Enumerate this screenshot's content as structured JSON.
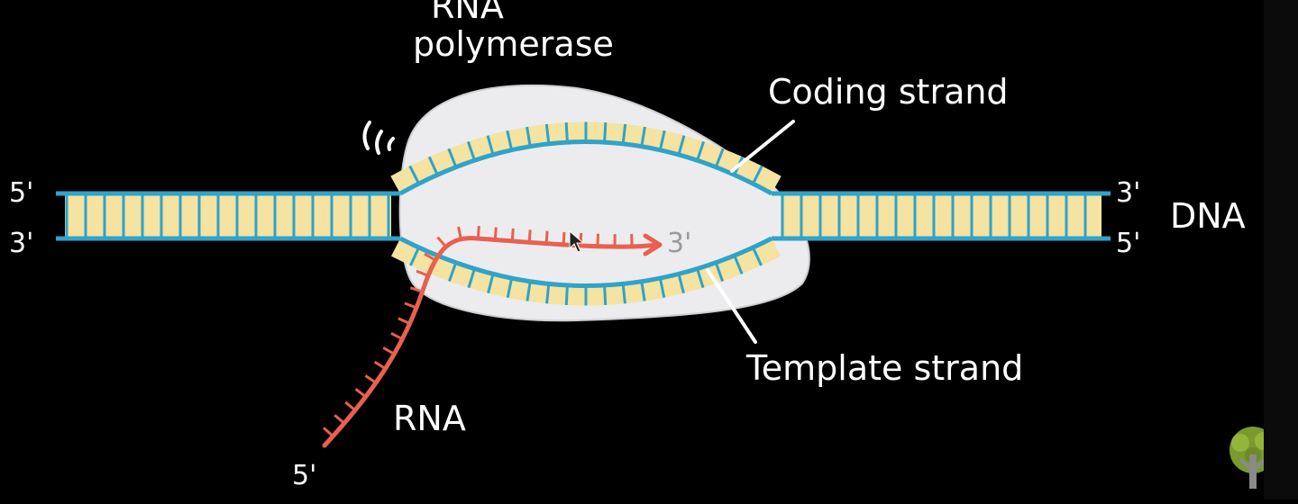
{
  "diagram": {
    "labels": {
      "polymerase_line1": "RNA",
      "polymerase_line2": "polymerase",
      "coding_strand": "Coding strand",
      "template_strand": "Template strand",
      "dna": "DNA",
      "rna": "RNA"
    },
    "ends": {
      "left_top": "5'",
      "left_bottom": "3'",
      "right_top": "3'",
      "right_bottom": "5'",
      "rna_growing_end": "3'",
      "rna_tail_end": "5'"
    }
  },
  "colors": {
    "background": "#000000",
    "backbone": "#2fa3c9",
    "base_fill": "#f4e3a1",
    "polymerase": "#ececee",
    "rna": "#e8604f",
    "text": "#ffffff"
  },
  "icons": {
    "logo": "tree-logo-icon",
    "motion": "motion-lines-icon",
    "cursor": "mouse-cursor-icon"
  }
}
